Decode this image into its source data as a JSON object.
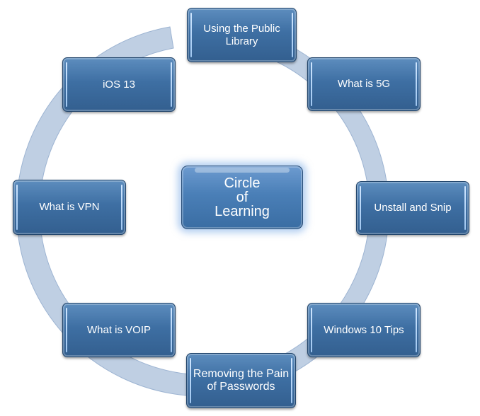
{
  "diagram": {
    "center_label": "Circle\nof\nLearning",
    "nodes": [
      {
        "id": "using-public-library",
        "label": "Using the Public Library"
      },
      {
        "id": "what-is-5g",
        "label": "What is 5G"
      },
      {
        "id": "unstall-and-snip",
        "label": "Unstall and Snip"
      },
      {
        "id": "windows-10-tips",
        "label": "Windows 10 Tips"
      },
      {
        "id": "removing-pain-of-passwords",
        "label": "Removing the Pain of Passwords"
      },
      {
        "id": "what-is-voip",
        "label": "What is VOIP"
      },
      {
        "id": "what-is-vpn",
        "label": "What is VPN"
      },
      {
        "id": "ios-13",
        "label": "iOS 13"
      }
    ],
    "colors": {
      "ring": "#bfcfe3",
      "ring_edge": "#9db4d2",
      "node_fill": "#3e6fa3",
      "node_border": "#22456b",
      "text": "#ffffff"
    }
  }
}
